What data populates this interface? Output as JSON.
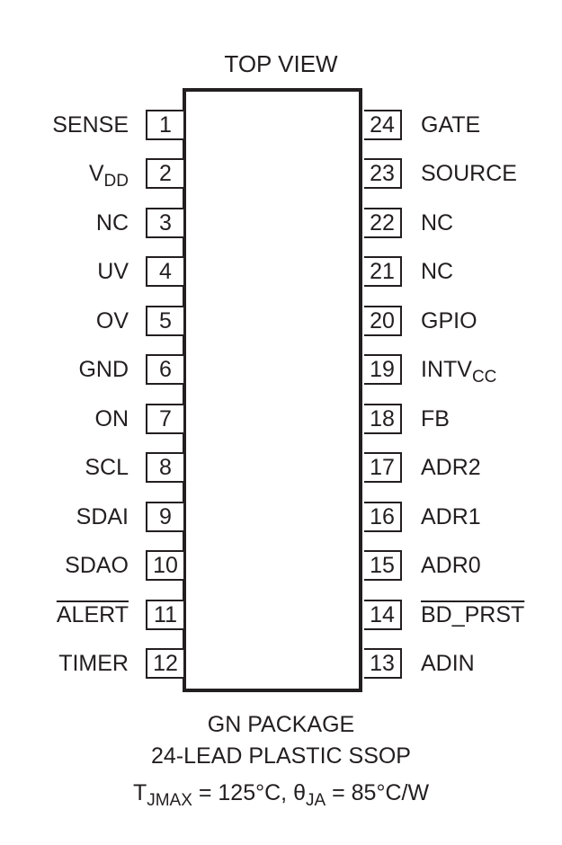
{
  "diagram": {
    "title": "TOP VIEW",
    "left_pins": [
      {
        "num": "1",
        "name": "SENSE",
        "sub": "",
        "overline": false
      },
      {
        "num": "2",
        "name": "V",
        "sub": "DD",
        "overline": false
      },
      {
        "num": "3",
        "name": "NC",
        "sub": "",
        "overline": false
      },
      {
        "num": "4",
        "name": "UV",
        "sub": "",
        "overline": false
      },
      {
        "num": "5",
        "name": "OV",
        "sub": "",
        "overline": false
      },
      {
        "num": "6",
        "name": "GND",
        "sub": "",
        "overline": false
      },
      {
        "num": "7",
        "name": "ON",
        "sub": "",
        "overline": false
      },
      {
        "num": "8",
        "name": "SCL",
        "sub": "",
        "overline": false
      },
      {
        "num": "9",
        "name": "SDAI",
        "sub": "",
        "overline": false
      },
      {
        "num": "10",
        "name": "SDAO",
        "sub": "",
        "overline": false
      },
      {
        "num": "11",
        "name": "ALERT",
        "sub": "",
        "overline": true
      },
      {
        "num": "12",
        "name": "TIMER",
        "sub": "",
        "overline": false
      }
    ],
    "right_pins": [
      {
        "num": "24",
        "name": "GATE",
        "sub": "",
        "overline": false
      },
      {
        "num": "23",
        "name": "SOURCE",
        "sub": "",
        "overline": false
      },
      {
        "num": "22",
        "name": "NC",
        "sub": "",
        "overline": false
      },
      {
        "num": "21",
        "name": "NC",
        "sub": "",
        "overline": false
      },
      {
        "num": "20",
        "name": "GPIO",
        "sub": "",
        "overline": false
      },
      {
        "num": "19",
        "name": "INTV",
        "sub": "CC",
        "overline": false
      },
      {
        "num": "18",
        "name": "FB",
        "sub": "",
        "overline": false
      },
      {
        "num": "17",
        "name": "ADR2",
        "sub": "",
        "overline": false
      },
      {
        "num": "16",
        "name": "ADR1",
        "sub": "",
        "overline": false
      },
      {
        "num": "15",
        "name": "ADR0",
        "sub": "",
        "overline": false
      },
      {
        "num": "14",
        "name": "BD_PRST",
        "sub": "",
        "overline": true
      },
      {
        "num": "13",
        "name": "ADIN",
        "sub": "",
        "overline": false
      }
    ],
    "package_line1": "GN PACKAGE",
    "package_line2": "24-LEAD PLASTIC SSOP",
    "thermal": {
      "t_sym": "T",
      "t_sub": "JMAX",
      "t_val": " = 125°C, ",
      "theta_sym": "θ",
      "theta_sub": "JA",
      "theta_val": " = 85°C/W"
    }
  }
}
